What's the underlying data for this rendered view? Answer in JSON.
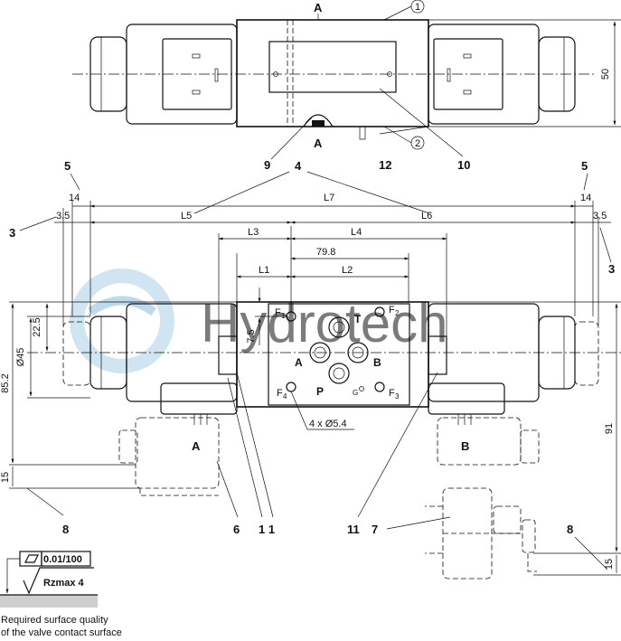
{
  "top_view": {
    "section_marks": [
      "A",
      "A"
    ],
    "callouts": {
      "c1": "1",
      "c2": "2",
      "c9": "9",
      "c10": "10",
      "c12": "12"
    },
    "height_dim": "50"
  },
  "front_view": {
    "dims": {
      "w14_left": "14",
      "w14_right": "14",
      "w35_left": "3.5",
      "w35_right": "3.5",
      "L1": "L1",
      "L2": "L2",
      "L3": "L3",
      "L4": "L4",
      "L5": "L5",
      "L6": "L6",
      "L7": "L7",
      "center": "79.8",
      "v75": "7.5",
      "v225": "22.5",
      "d45": "Ø45",
      "v852": "85.2",
      "v15_left": "15",
      "v15_right": "15",
      "v91": "91"
    },
    "callouts": {
      "c3_left": "3",
      "c3_right": "3",
      "c4": "4",
      "c5_left": "5",
      "c5_right": "5",
      "c6": "6",
      "c7": "7",
      "c8_left": "8",
      "c8_right": "8",
      "c11_left": "1 1",
      "c11_right": "11"
    },
    "ports": {
      "T": "T",
      "A": "A",
      "B": "B",
      "P": "P"
    },
    "fixing_holes": {
      "F1": "F",
      "F2": "F",
      "F3": "F",
      "F4": "F",
      "s1": "1",
      "s2": "2",
      "s3": "3",
      "s4": "4",
      "G": "G"
    },
    "holes_label": "4 x Ø5.4",
    "solenoid_marks": {
      "left": "A",
      "right": "B"
    }
  },
  "surface": {
    "flatness": "0.01/100",
    "roughness": "Rzmax 4",
    "note_line1": "Required surface quality",
    "note_line2": "of the valve contact surface"
  },
  "watermark": "Hydrotech"
}
